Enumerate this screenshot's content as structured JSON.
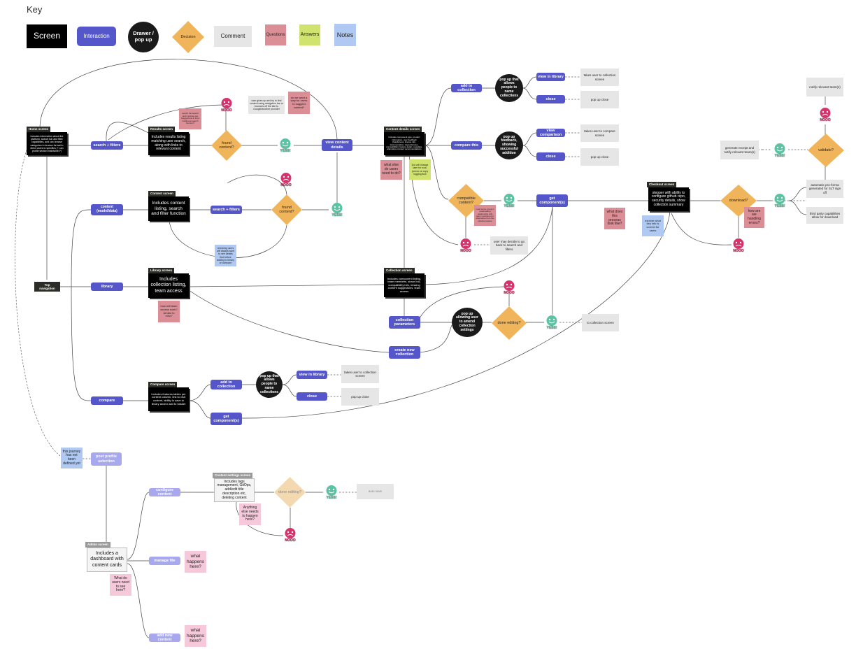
{
  "key": {
    "title": "Key",
    "screen": "Screen",
    "interaction": "Interaction",
    "drawer": "Drawer / pop up",
    "decision": "Decision",
    "comment": "Comment",
    "questions": "Questions",
    "answers": "Answers",
    "notes": "Notes"
  },
  "badges": {
    "no": "NOOO",
    "yes": "YESS!"
  },
  "screens": {
    "home": {
      "title": "Home screen",
      "body": "Includes information about the platform, search bar and filter capabilities, and can browse categories in browse format to direct users to specifics (+ can profile section maintainer?)"
    },
    "results": {
      "title": "Results screen",
      "body": "Includes results listing matching user search, along with links to relevant content"
    },
    "content": {
      "title": "Content screen",
      "body": "Includes content listing, search and filter function"
    },
    "library": {
      "title": "Library screen",
      "body": "Includes collection listing, team access"
    },
    "contentDetails": {
      "title": "Content details screen",
      "body": "Includes component type, product information, user feedback (helpfulness, license info, documentation, dependencies, compatibility), feature detail, metadata, alternative content recommendations"
    },
    "collection": {
      "title": "Collection screen",
      "body": "Includes component listing, team members, share link, compatibility info, missing content suggestions, team access"
    },
    "checkout": {
      "title": "Checkout screen",
      "body": "stepper with ability to configure github repo, security details, show collection summary"
    },
    "compare": {
      "title": "Compare screen",
      "body": "Includes features tables per content column, link to visit content, ability to save to library and/or add to basket"
    },
    "contentSettings": {
      "title": "Content settings screen",
      "body": "Includes tags management, GitOps, add/edit title description etc, deleting content"
    },
    "admin": {
      "title": "Admin screen",
      "body": "Includes a dashboard with content cards"
    },
    "topNav": {
      "title": "Top navigation"
    }
  },
  "interactions": {
    "search1": "search + filters",
    "search2": "search + filters",
    "viewDetails": "view content details",
    "content": "content (model/data)",
    "library": "library",
    "compare": "compare",
    "addCollection1": "add to collection",
    "compareThis": "compare this",
    "viewInLibrary1": "view in library",
    "close1": "close",
    "viewComparison": "view comparison",
    "close2": "close",
    "getComponents1": "get component(s)",
    "collectionParams": "collection parameters",
    "createCollection": "create new collection",
    "addCollection2": "add to collection",
    "viewInLibrary2": "view in library",
    "close3": "close",
    "getComponents2": "get component(s)",
    "postProfile": "post profile selection",
    "configureContent": "configure content",
    "manageFile": "manage file",
    "addNewContent": "add new content"
  },
  "popups": {
    "namePopup1": "pop up that allows people to name collections",
    "feedbackPopup": "pop up feedback, showing successful addition",
    "amendPopup": "pop up allowing user to amend collection settings",
    "namePopup2": "pop up that allows people to name collections"
  },
  "decisions": {
    "found1": "found content?",
    "found2": "found content?",
    "compatible": "compatible content?",
    "download": "download?",
    "validate": "validate?",
    "doneEditing1": "done editing?",
    "doneEditing2": "done editing?"
  },
  "comments": {
    "giveUp": "user gives up and try to find content using navigation bar or bounces off the site to Google/another provider",
    "takesCollection1": "takes user to collection screen",
    "popClose1": "pop up close",
    "takesCompare": "takes user to compare screen",
    "popClose2": "pop up close",
    "goBack": "user may decide to go back to search and filters",
    "toCollection": "to collection screen",
    "takesCollection2": "takes user to collection screen",
    "popClose3": "pop up close",
    "notifyTeam": "notify relevant team(s)",
    "generateReceipt": "generate receipt and notify relevant team(s)",
    "autoProForma": "automatic pro-forma generated for SLT sign off",
    "thirdParty": "third party capabilities allow for download",
    "autoSave": "auto save"
  },
  "questions": {
    "suggestContent": "do we want a way for users to suggest content?",
    "searchFunction": "search the search and if entries are buggy/show in list a traditional search function?",
    "whatElse": "what else do users need to do?",
    "needAlert": "need some pre-gen result telling relationship with team mentioned or alternative from the pipeline feature",
    "processLook": "what does this process look like?",
    "handlingErrors": "how are we handling errors?",
    "teamAccess": "how will team access work? similar to miro?"
  },
  "answers": {
    "changeLater": "Dot will change later for now. (unnec or copy logging flow"
  },
  "notes": {
    "returningUser": "returning users will always want to see details first before adding to library or compare",
    "exploreKeyInfo": "explore what key info is correct for users",
    "journeyUndefined": "this journey has not been defined yet"
  },
  "pinks": {
    "anythingElse": "Anything else needs to happen here?",
    "whatHappens1": "what happens here?",
    "whatNeedSee": "What do users need to see here?",
    "whatHappens2": "what happens here?"
  },
  "colors": {
    "screen": "#000000",
    "interaction": "#5456c9",
    "decision": "#f0b55a",
    "comment": "#e6e6e6",
    "question": "#dc8e96",
    "answer": "#cfe36e",
    "note": "#afc9f3",
    "noBadge": "#d6336c",
    "yesBadge": "#5bc2a2"
  }
}
